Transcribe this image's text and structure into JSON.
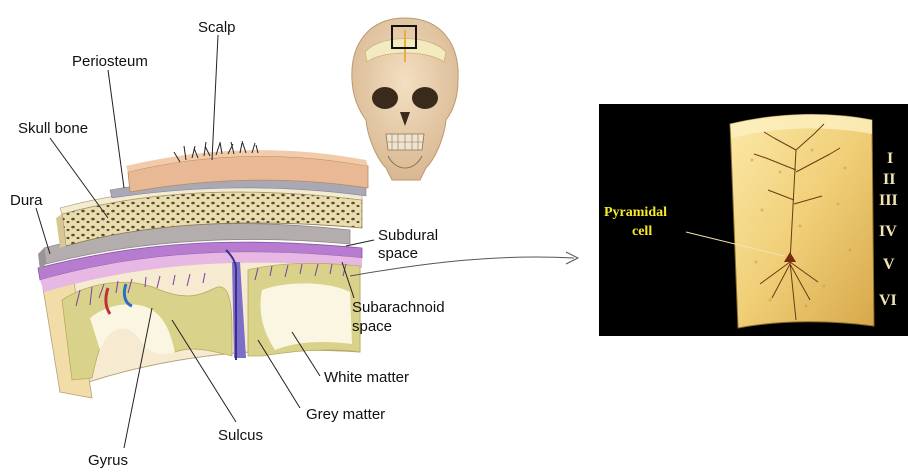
{
  "labels": {
    "scalp": "Scalp",
    "periosteum": "Periosteum",
    "skull_bone": "Skull bone",
    "dura": "Dura",
    "subdural_line1": "Subdural",
    "subdural_line2": "space",
    "subarachnoid_line1": "Subarachnoid",
    "subarachnoid_line2": "space",
    "white_matter": "White matter",
    "grey_matter": "Grey matter",
    "sulcus": "Sulcus",
    "gyrus": "Gyrus"
  },
  "inset": {
    "pyramidal_line1": "Pyramidal",
    "pyramidal_line2": "cell",
    "layers": [
      "I",
      "II",
      "III",
      "IV",
      "V",
      "VI"
    ]
  },
  "colors": {
    "scalp": "#e8b994",
    "bone": "#e9dcae",
    "dura": "#b3aead",
    "arachnoid": "#b77ccf",
    "grey_matter": "#d9d28a",
    "white_matter": "#fbf6e1",
    "inset_bg": "#000000",
    "inset_cortex": "#f3d98a",
    "pyramidal_label": "#f5ea2a"
  }
}
